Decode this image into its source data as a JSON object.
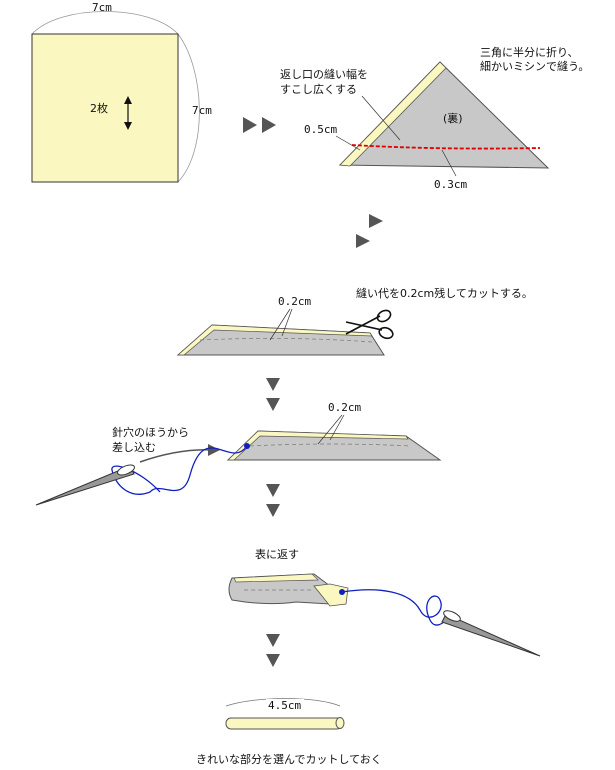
{
  "step1": {
    "dim_top": "7cm",
    "dim_right": "7cm",
    "count_label": "2枚",
    "fabric_color": "#fbf7c0",
    "stroke_color": "#333333"
  },
  "step2": {
    "note_line1": "三角に半分に折り、",
    "note_line2": "細かいミシンで縫う。",
    "opening_line1": "返し口の縫い幅を",
    "opening_line2": "すこし広くする",
    "seam_left": "0.5cm",
    "seam_bottom": "0.3cm",
    "back_side": "(裏)",
    "fabric_gray": "#c8c8c8",
    "stitch_color": "#e00000"
  },
  "step3": {
    "instruction": "縫い代を0.2cm残してカットする。",
    "allowance": "0.2cm"
  },
  "step4": {
    "needle_note_line1": "針穴のほうから",
    "needle_note_line2": "差し込む",
    "allowance": "0.2cm",
    "thread_color": "#1020c0"
  },
  "step5": {
    "instruction": "表に返す"
  },
  "step6": {
    "length": "4.5cm",
    "final_note": "きれいな部分を選んでカットしておく"
  },
  "arrow_color": "#555555"
}
